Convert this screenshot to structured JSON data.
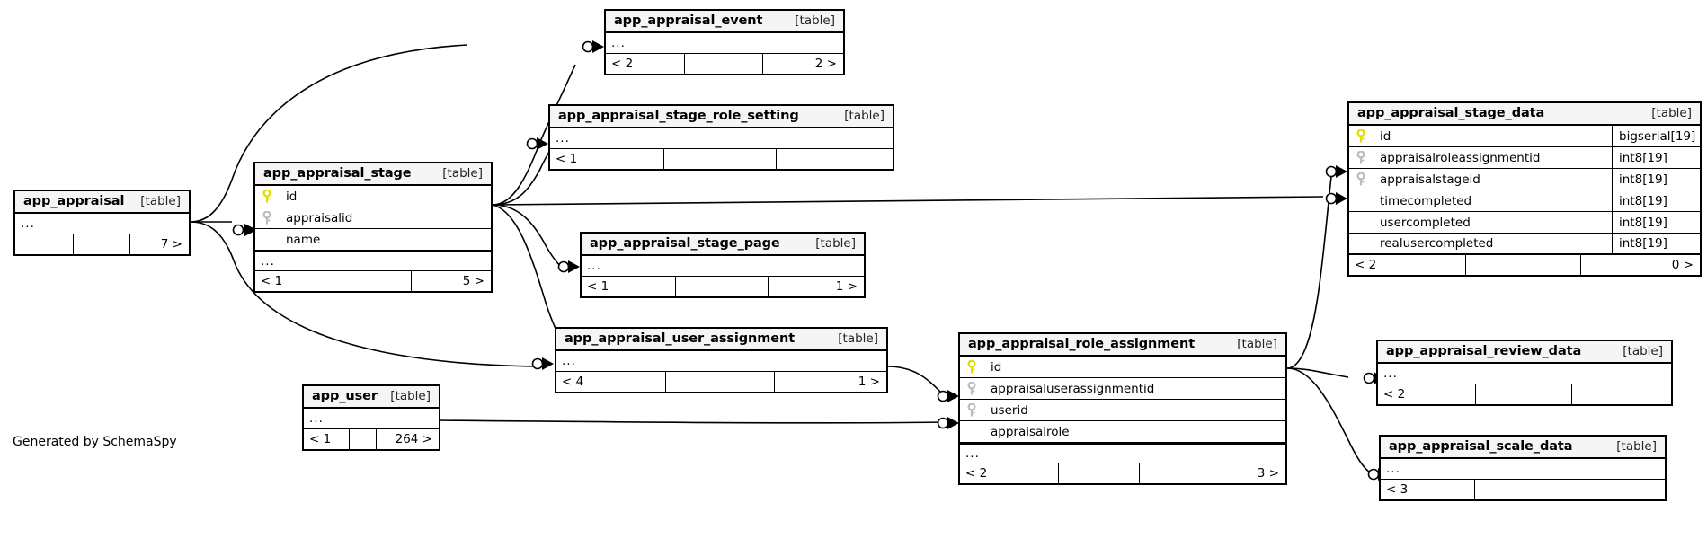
{
  "diagram": {
    "title": "SchemaSpy ER Diagram",
    "credit": "Generated by SchemaSpy",
    "table_tag": "[table]",
    "ellipsis": "...",
    "colors": {
      "primary_key": "#e8e800",
      "foreign_key": "#c0c0c0",
      "header_bg": "#f5f5f5",
      "border": "#000000",
      "background": "#ffffff"
    }
  },
  "tables": [
    {
      "id": "app_appraisal_event",
      "name": "app_appraisal_event",
      "tag": "[table]",
      "columns": [],
      "has_ellipsis": true,
      "footer": {
        "left": "< 2",
        "mid": "",
        "right": "2 >"
      }
    },
    {
      "id": "app_appraisal_stage_role_setting",
      "name": "app_appraisal_stage_role_setting",
      "tag": "[table]",
      "columns": [],
      "has_ellipsis": true,
      "footer": {
        "left": "< 1",
        "mid": "",
        "right": ""
      }
    },
    {
      "id": "app_appraisal",
      "name": "app_appraisal",
      "tag": "[table]",
      "columns": [],
      "has_ellipsis": true,
      "footer": {
        "left": "",
        "mid": "",
        "right": "7 >"
      }
    },
    {
      "id": "app_appraisal_stage",
      "name": "app_appraisal_stage",
      "tag": "[table]",
      "columns": [
        {
          "name": "id",
          "key": "primary",
          "type": ""
        },
        {
          "name": "appraisalid",
          "key": "foreign",
          "type": ""
        },
        {
          "name": "name",
          "key": "none",
          "type": ""
        }
      ],
      "has_ellipsis": true,
      "footer": {
        "left": "< 1",
        "mid": "",
        "right": "5 >"
      }
    },
    {
      "id": "app_appraisal_stage_page",
      "name": "app_appraisal_stage_page",
      "tag": "[table]",
      "columns": [],
      "has_ellipsis": true,
      "footer": {
        "left": "< 1",
        "mid": "",
        "right": "1 >"
      }
    },
    {
      "id": "app_appraisal_stage_data",
      "name": "app_appraisal_stage_data",
      "tag": "[table]",
      "columns": [
        {
          "name": "id",
          "key": "primary",
          "type": "bigserial[19]"
        },
        {
          "name": "appraisalroleassignmentid",
          "key": "foreign",
          "type": "int8[19]"
        },
        {
          "name": "appraisalstageid",
          "key": "foreign",
          "type": "int8[19]"
        },
        {
          "name": "timecompleted",
          "key": "none",
          "type": "int8[19]"
        },
        {
          "name": "usercompleted",
          "key": "none",
          "type": "int8[19]"
        },
        {
          "name": "realusercompleted",
          "key": "none",
          "type": "int8[19]"
        }
      ],
      "has_ellipsis": false,
      "footer": {
        "left": "< 2",
        "mid": "",
        "right": "0 >"
      }
    },
    {
      "id": "app_appraisal_user_assignment",
      "name": "app_appraisal_user_assignment",
      "tag": "[table]",
      "columns": [],
      "has_ellipsis": true,
      "footer": {
        "left": "< 4",
        "mid": "",
        "right": "1 >"
      }
    },
    {
      "id": "app_appraisal_role_assignment",
      "name": "app_appraisal_role_assignment",
      "tag": "[table]",
      "columns": [
        {
          "name": "id",
          "key": "primary",
          "type": ""
        },
        {
          "name": "appraisaluserassignmentid",
          "key": "foreign",
          "type": ""
        },
        {
          "name": "userid",
          "key": "foreign",
          "type": ""
        },
        {
          "name": "appraisalrole",
          "key": "none",
          "type": ""
        }
      ],
      "has_ellipsis": true,
      "footer": {
        "left": "< 2",
        "mid": "",
        "right": "3 >"
      }
    },
    {
      "id": "app_user",
      "name": "app_user",
      "tag": "[table]",
      "columns": [],
      "has_ellipsis": true,
      "footer": {
        "left": "< 1",
        "mid": "",
        "right": "264 >"
      }
    },
    {
      "id": "app_appraisal_review_data",
      "name": "app_appraisal_review_data",
      "tag": "[table]",
      "columns": [],
      "has_ellipsis": true,
      "footer": {
        "left": "< 2",
        "mid": "",
        "right": ""
      }
    },
    {
      "id": "app_appraisal_scale_data",
      "name": "app_appraisal_scale_data",
      "tag": "[table]",
      "columns": [],
      "has_ellipsis": true,
      "footer": {
        "left": "< 3",
        "mid": "",
        "right": ""
      }
    }
  ]
}
